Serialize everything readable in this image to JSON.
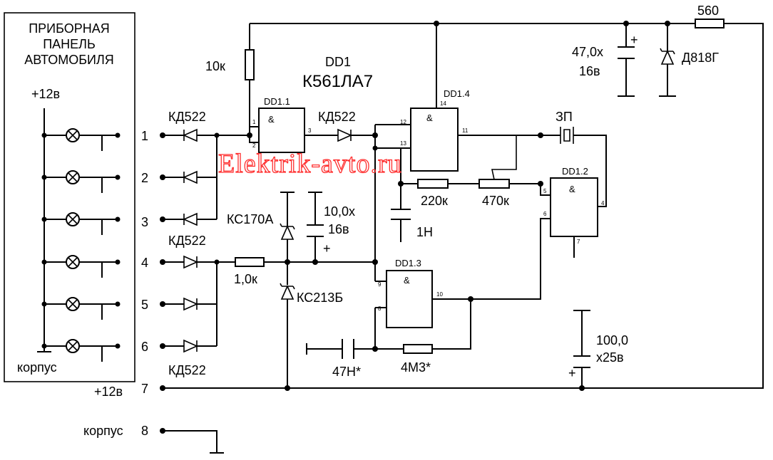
{
  "panel": {
    "title_lines": [
      "ПРИБОРНАЯ",
      "ПАНЕЛЬ",
      "АВТОМОБИЛЯ"
    ],
    "supply": "+12в",
    "ground": "корпус"
  },
  "terminals": [
    "1",
    "2",
    "3",
    "4",
    "5",
    "6",
    "7",
    "8"
  ],
  "terminal_labels": {
    "t7": "+12в",
    "t8": "корпус"
  },
  "chip": {
    "name": "DD1",
    "type": "К561ЛА7"
  },
  "gates": {
    "g1": {
      "name": "DD1.1",
      "symbol": "&",
      "pins": [
        "1",
        "2",
        "3"
      ]
    },
    "g2": {
      "name": "DD1.2",
      "symbol": "&",
      "pins": [
        "5",
        "6",
        "4",
        "7"
      ]
    },
    "g3": {
      "name": "DD1.3",
      "symbol": "&",
      "pins": [
        "9",
        "8",
        "10"
      ]
    },
    "g4": {
      "name": "DD1.4",
      "symbol": "&",
      "pins": [
        "12",
        "13",
        "11",
        "14"
      ]
    }
  },
  "components": {
    "r_10k": "10к",
    "r_560": "560",
    "r_220k": "220к",
    "r_470k": "470к",
    "r_1k": "1,0к",
    "r_4m3": "4М3*",
    "c_47": [
      "47,0х",
      "16в"
    ],
    "c_10": [
      "10,0х",
      "16в"
    ],
    "c_1n": "1Н",
    "c_47n": "47Н*",
    "c_100": [
      "100,0",
      "х25в"
    ],
    "d_818": "Д818Г",
    "d_kc170": "КС170А",
    "d_kc213": "КС213Б",
    "buzzer": "ЗП",
    "kd_top": "КД522",
    "kd_mid": "КД522",
    "kd_gate": "КД522",
    "kd_bot": "КД522",
    "plus": "+"
  },
  "watermark": "Elektrik-avto.ru"
}
